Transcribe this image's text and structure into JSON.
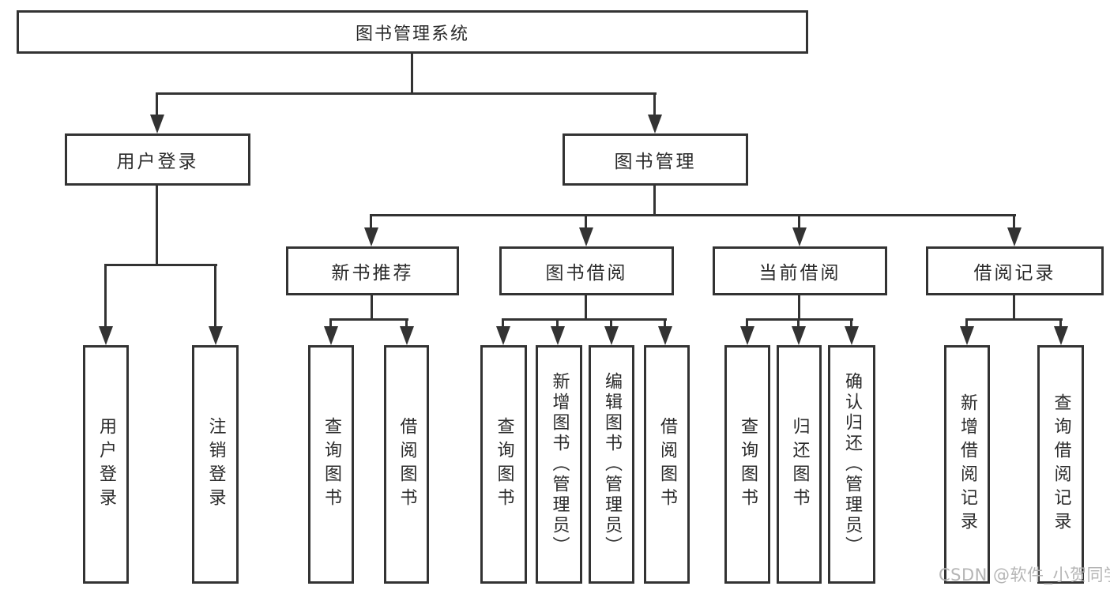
{
  "colors": {
    "background": "#ffffff",
    "line": "#333333",
    "box_border": "#333333",
    "text": "#2b2b2b",
    "watermark": "#b5b5b5"
  },
  "watermark": {
    "text": "CSDN @软件_小贺同学"
  },
  "tree": {
    "root": {
      "label": "图书管理系统",
      "children": [
        {
          "label": "用户登录",
          "children": [
            {
              "label": "用户登录"
            },
            {
              "label": "注销登录"
            }
          ]
        },
        {
          "label": "图书管理",
          "children": [
            {
              "label": "新书推荐",
              "children": [
                {
                  "label": "查询图书"
                },
                {
                  "label": "借阅图书"
                }
              ]
            },
            {
              "label": "图书借阅",
              "children": [
                {
                  "label": "查询图书"
                },
                {
                  "label": "新增图书（管理员）"
                },
                {
                  "label": "编辑图书（管理员）"
                },
                {
                  "label": "借阅图书"
                }
              ]
            },
            {
              "label": "当前借阅",
              "children": [
                {
                  "label": "查询图书"
                },
                {
                  "label": "归还图书"
                },
                {
                  "label": "确认归还（管理员）"
                }
              ]
            },
            {
              "label": "借阅记录",
              "children": [
                {
                  "label": "新增借阅记录"
                },
                {
                  "label": "查询借阅记录"
                }
              ]
            }
          ]
        }
      ]
    }
  }
}
